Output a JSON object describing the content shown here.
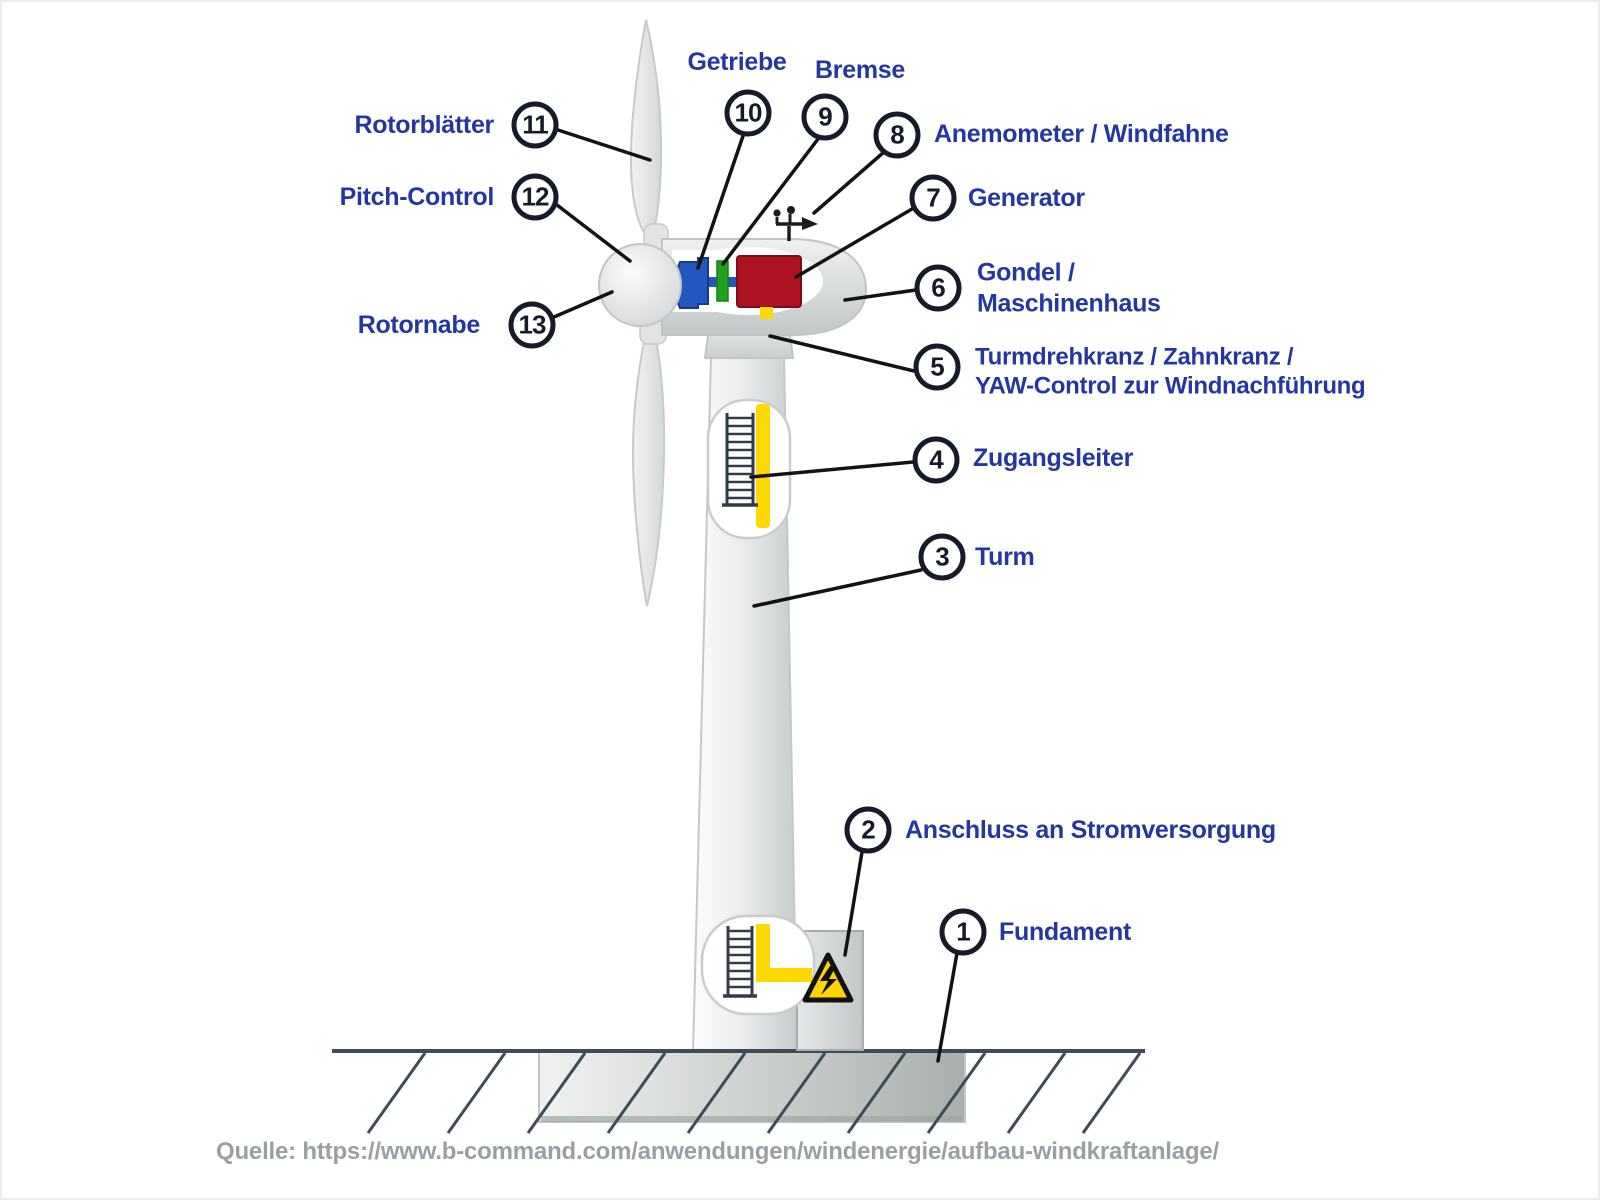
{
  "callouts": [
    {
      "number": "1",
      "lines": [
        "Fundament"
      ]
    },
    {
      "number": "2",
      "lines": [
        "Anschluss an Stromversorgung"
      ]
    },
    {
      "number": "3",
      "lines": [
        "Turm"
      ]
    },
    {
      "number": "4",
      "lines": [
        "Zugangsleiter"
      ]
    },
    {
      "number": "5",
      "lines": [
        "Turmdrehkranz / Zahnkranz /",
        "YAW-Control zur Windnachführung"
      ]
    },
    {
      "number": "6",
      "lines": [
        "Gondel /",
        "Maschinenhaus"
      ]
    },
    {
      "number": "7",
      "lines": [
        "Generator"
      ]
    },
    {
      "number": "8",
      "lines": [
        "Anemometer / Windfahne"
      ]
    },
    {
      "number": "9",
      "lines": [
        "Bremse"
      ]
    },
    {
      "number": "10",
      "lines": [
        "Getriebe"
      ]
    },
    {
      "number": "11",
      "lines": [
        "Rotorblätter"
      ]
    },
    {
      "number": "12",
      "lines": [
        "Pitch-Control"
      ]
    },
    {
      "number": "13",
      "lines": [
        "Rotornabe"
      ]
    }
  ],
  "source_line": "Quelle: https://www.b-command.com/anwendungen/windenergie/aufbau-windkraftanlage/",
  "colors": {
    "label_text": "#2336a4",
    "callout_outline": "#161b29",
    "gearbox_blue": "#2456c0",
    "brake_green": "#1ea21e",
    "generator_red": "#ad1222",
    "cable_yellow": "#ffd800",
    "warning_yellow": "#ffd400",
    "ground_line": "#3f4a5a",
    "source_text": "#9a9fa4"
  }
}
